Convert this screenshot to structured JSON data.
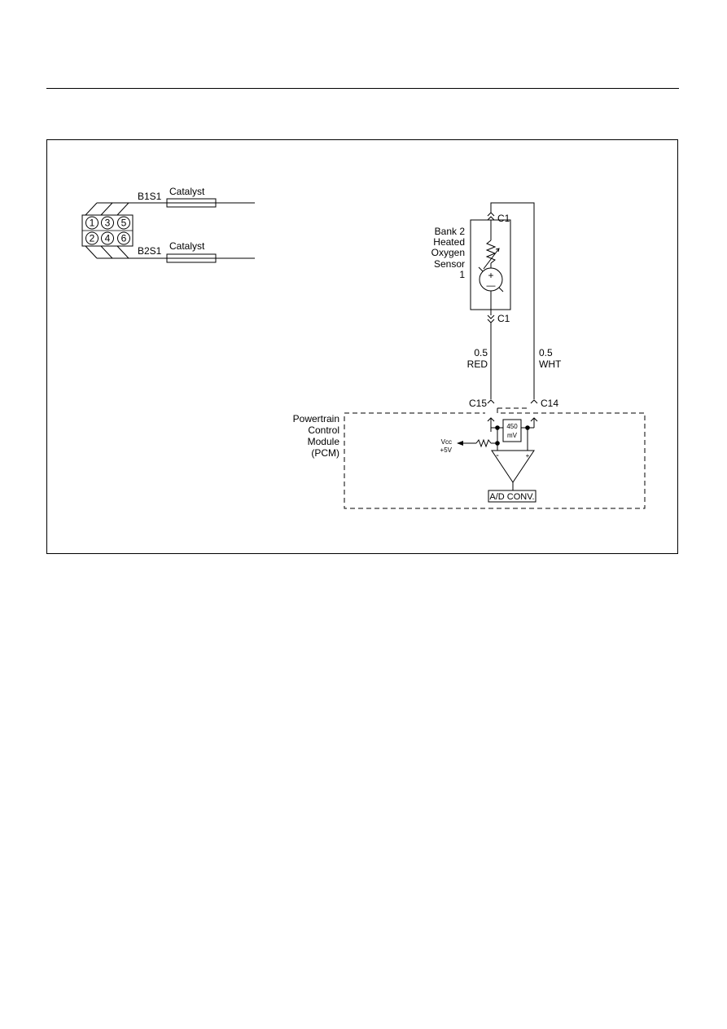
{
  "engine_diagram": {
    "cylinders_row1": [
      "1",
      "3",
      "5"
    ],
    "cylinders_row2": [
      "2",
      "4",
      "6"
    ],
    "bank1_sensor_label": "B1S1",
    "bank2_sensor_label": "B2S1",
    "catalyst_label_1": "Catalyst",
    "catalyst_label_2": "Catalyst"
  },
  "sensor": {
    "name_lines": [
      "Bank 2",
      "Heated",
      "Oxygen",
      "Sensor",
      "1"
    ],
    "connector_top": "C1",
    "connector_bottom": "C1",
    "plus_symbol": "+",
    "minus_symbol": "—"
  },
  "wires": {
    "left_gauge": "0.5",
    "left_color": "RED",
    "right_gauge": "0.5",
    "right_color": "WHT"
  },
  "pcm": {
    "name_lines": [
      "Powertrain",
      "Control",
      "Module",
      "(PCM)"
    ],
    "pin_left": "C15",
    "pin_right": "C14",
    "reference_voltage_line1": "450",
    "reference_voltage_line2": "mV",
    "vcc_label": "Vcc",
    "vcc_value": "+5V",
    "amp_minus": "-",
    "amp_plus": "+",
    "converter_label": "A/D CONV."
  }
}
